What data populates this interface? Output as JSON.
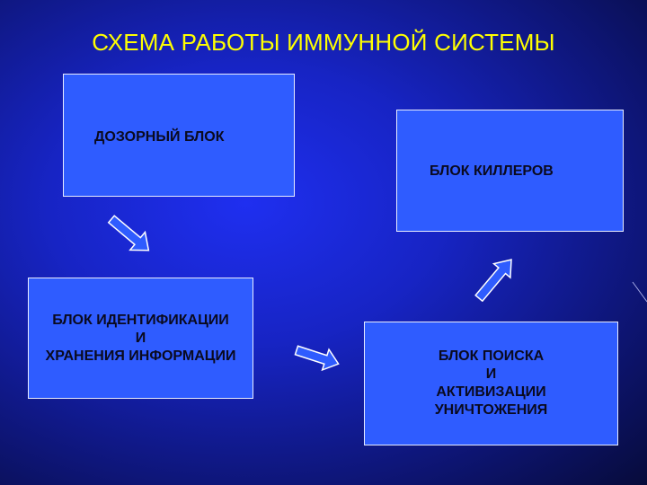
{
  "title": "СХЕМА РАБОТЫ ИММУННОЙ СИСТЕМЫ",
  "boxes": {
    "patrol": {
      "label": "ДОЗОРНЫЙ БЛОК"
    },
    "killers": {
      "label": "БЛОК КИЛЛЕРОВ"
    },
    "identification": {
      "lines": [
        "БЛОК ИДЕНТИФИКАЦИИ",
        "И",
        "ХРАНЕНИЯ ИНФОРМАЦИИ"
      ]
    },
    "search": {
      "lines": [
        "БЛОК ПОИСКА",
        "И",
        "АКТИВИЗАЦИИ",
        "УНИЧТОЖЕНИЯ"
      ]
    }
  },
  "colors": {
    "box_fill": "#2f5cff",
    "title_text": "#ffff00",
    "arrow_fill": "#2f5cff",
    "arrow_outline": "#ffffff"
  }
}
